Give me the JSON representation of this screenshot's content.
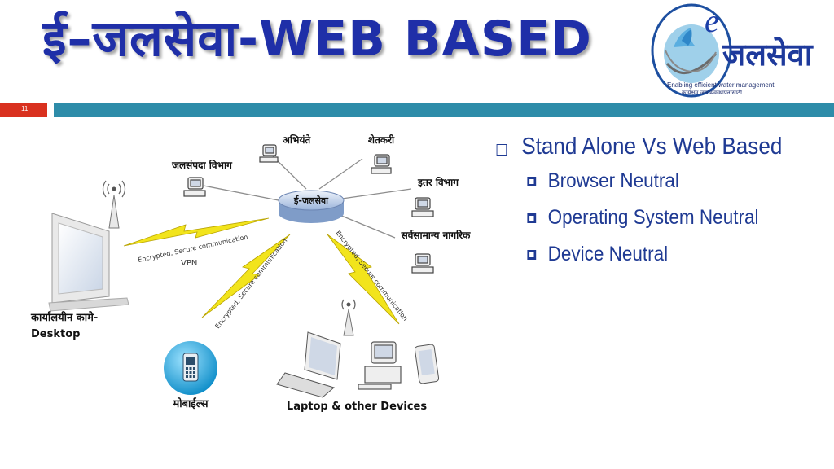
{
  "slide": {
    "title": "ई–जलसेवा-WEB BASED",
    "number": "11"
  },
  "logo": {
    "letter": "e",
    "name": "जलसेवा",
    "tagline": "Enabling efficient water management",
    "tagline_marathi": "कार्यक्षम जलव्यवस्थापनासाठी"
  },
  "diagram": {
    "hub": "ई-जलसेवा",
    "node_abhiyante": "अभियंते",
    "node_shetkari": "शेतकरी",
    "node_jalsampada": "जलसंपदा विभाग",
    "node_itar": "इतर विभाग",
    "node_nagrik": "सर्वसामान्य नागरिक",
    "desktop_label_1": "कार्यालयीन कामे-",
    "desktop_label_2": "Desktop",
    "mobile_label": "मोबाईल्स",
    "laptop_label": "Laptop & other Devices",
    "link_left": "Encrypted, Secure communication",
    "link_left_vpn": "VPN",
    "link_mid": "Encrypted, Secure communication",
    "link_right": "Encrypted, Secure communication"
  },
  "bullets": {
    "main": "Stand Alone Vs Web Based",
    "items": [
      "Browser Neutral",
      "Operating System Neutral",
      "Device Neutral"
    ]
  },
  "colors": {
    "title": "#1f2fa8",
    "accent_red": "#d9311f",
    "accent_teal": "#2e8ca9",
    "bullet_text": "#1f3a93",
    "lightning": "#f2e41c"
  }
}
